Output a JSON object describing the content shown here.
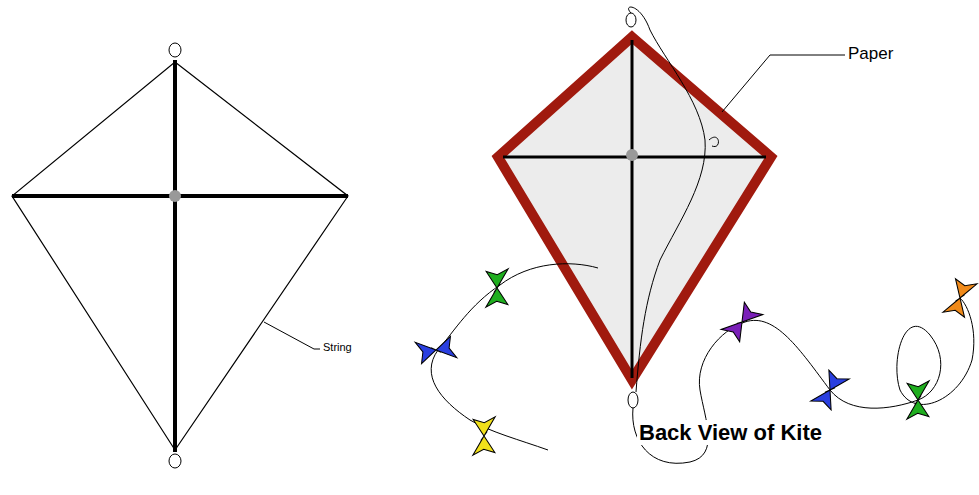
{
  "diagram": {
    "labels": [
      "String",
      "Paper",
      "Back View of Kite"
    ]
  }
}
